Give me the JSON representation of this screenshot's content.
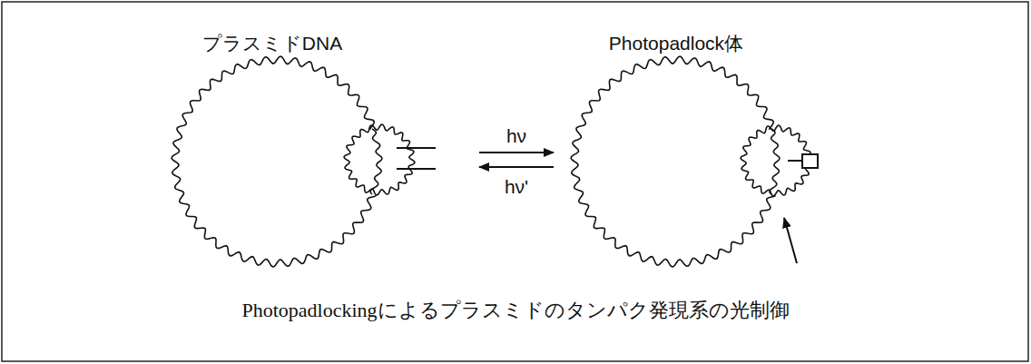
{
  "diagram": {
    "caption": "Photopadlockingによるプラスミドのタンパク発現系の光制御",
    "labels": [
      "プラスミドDNA",
      "Photopadlock体",
      "hν",
      "hν'"
    ]
  }
}
